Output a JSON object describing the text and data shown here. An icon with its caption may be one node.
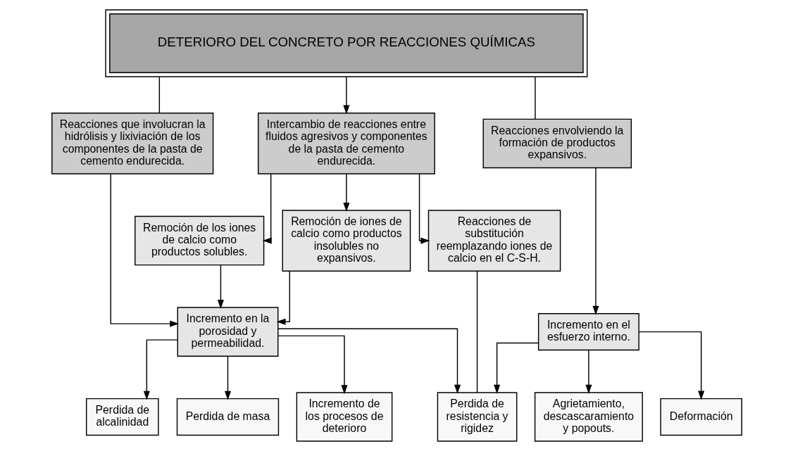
{
  "diagram": {
    "nodes": [
      {
        "text": [
          "DETERIORO DEL CONCRETO POR REACCIONES QUÍMICAS"
        ]
      },
      {
        "text": [
          "Intercambio de reacciones entre fluidos agresivos y componentes de la pasta de cemento endurecida."
        ]
      },
      {
        "text": [
          "Reacciones que involucran la hidrólisis y lixiviación de los componentes de la pasta de cemento endurecida."
        ]
      },
      {
        "text": [
          "Reacciones envolviendo la formación de productos expansivos."
        ]
      },
      {
        "text": [
          "Remoción de los iones de calcio como productos solubles."
        ]
      },
      {
        "text": [
          "Remoción de iones de calcio como productos insolubles no expansivos."
        ]
      },
      {
        "text": [
          "Reacciones de substitución reemplazando iones de calcio en el C-S-H."
        ]
      },
      {
        "text": [
          "Incremento en la porosidad y permeabilidad."
        ]
      },
      {
        "text": [
          "Incremento en el esfuerzo interno."
        ]
      },
      {
        "text": [
          "Perdida de alcalinidad"
        ]
      },
      {
        "text": [
          "Perdida de masa"
        ]
      },
      {
        "text": [
          "Incremento de los procesos de deterioro"
        ]
      },
      {
        "text": [
          "Perdida de resistencia y rigidez"
        ]
      },
      {
        "text": [
          "Agrietamiento, descascaramiento y popouts."
        ]
      },
      {
        "text": [
          "Deformación"
        ]
      }
    ],
    "edges": [
      {
        "from": 0,
        "to": 1,
        "arrow": "to"
      },
      {
        "from": 0,
        "to": 2,
        "arrow": "none"
      },
      {
        "from": 0,
        "to": 3,
        "arrow": "none"
      },
      {
        "from": 1,
        "to": 4,
        "arrow": "to"
      },
      {
        "from": 1,
        "to": 5,
        "arrow": "to"
      },
      {
        "from": 1,
        "to": 6,
        "arrow": "to"
      },
      {
        "from": 4,
        "to": 7,
        "arrow": "to"
      },
      {
        "from": 5,
        "to": 7,
        "arrow": "to"
      },
      {
        "from": 2,
        "to": 7,
        "arrow": "to"
      },
      {
        "from": 3,
        "to": 8,
        "arrow": "to"
      },
      {
        "from": 7,
        "to": 9,
        "arrow": "to"
      },
      {
        "from": 7,
        "to": 10,
        "arrow": "to"
      },
      {
        "from": 7,
        "to": 11,
        "arrow": "to"
      },
      {
        "from": 7,
        "to": 12,
        "arrow": "to"
      },
      {
        "from": 6,
        "to": 12,
        "arrow": "none"
      },
      {
        "from": 8,
        "to": 12,
        "arrow": "to"
      },
      {
        "from": 8,
        "to": 13,
        "arrow": "to"
      },
      {
        "from": 8,
        "to": 14,
        "arrow": "to"
      }
    ]
  }
}
